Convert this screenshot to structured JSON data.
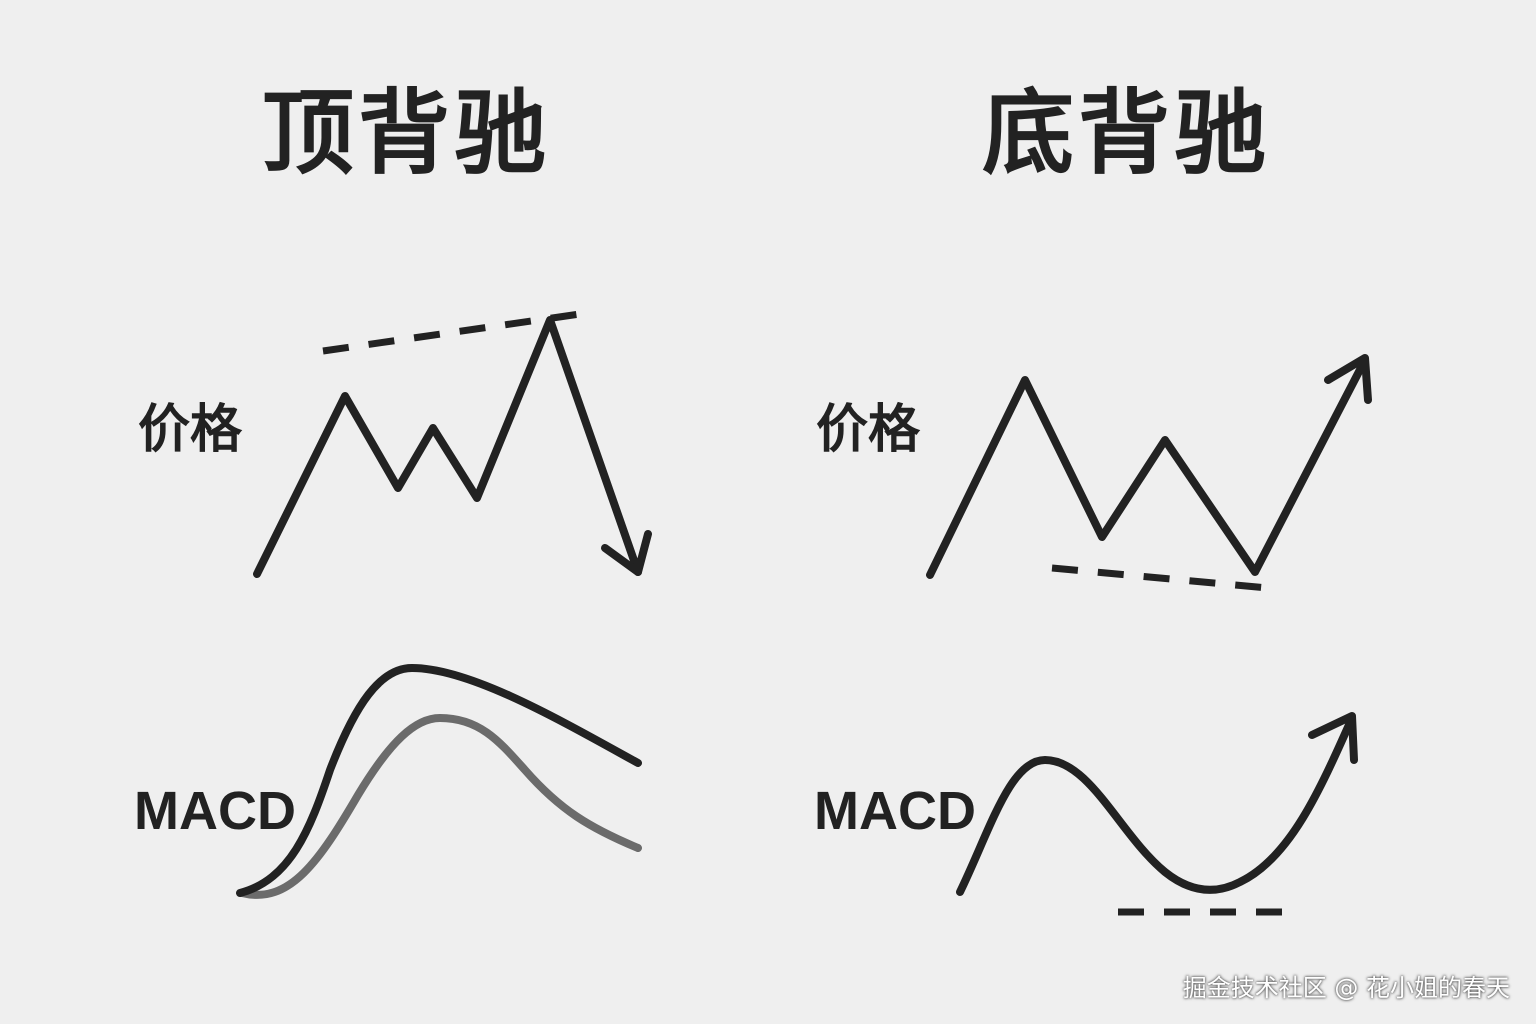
{
  "titles": {
    "top_divergence": "顶背驰",
    "bottom_divergence": "底背驰"
  },
  "labels": {
    "price": "价格",
    "macd": "MACD"
  },
  "watermark": "掘金技术社区 @ 花小姐的春天",
  "colors": {
    "background": "#efefef",
    "line": "#222222",
    "signal_line": "#6b6b6b"
  }
}
